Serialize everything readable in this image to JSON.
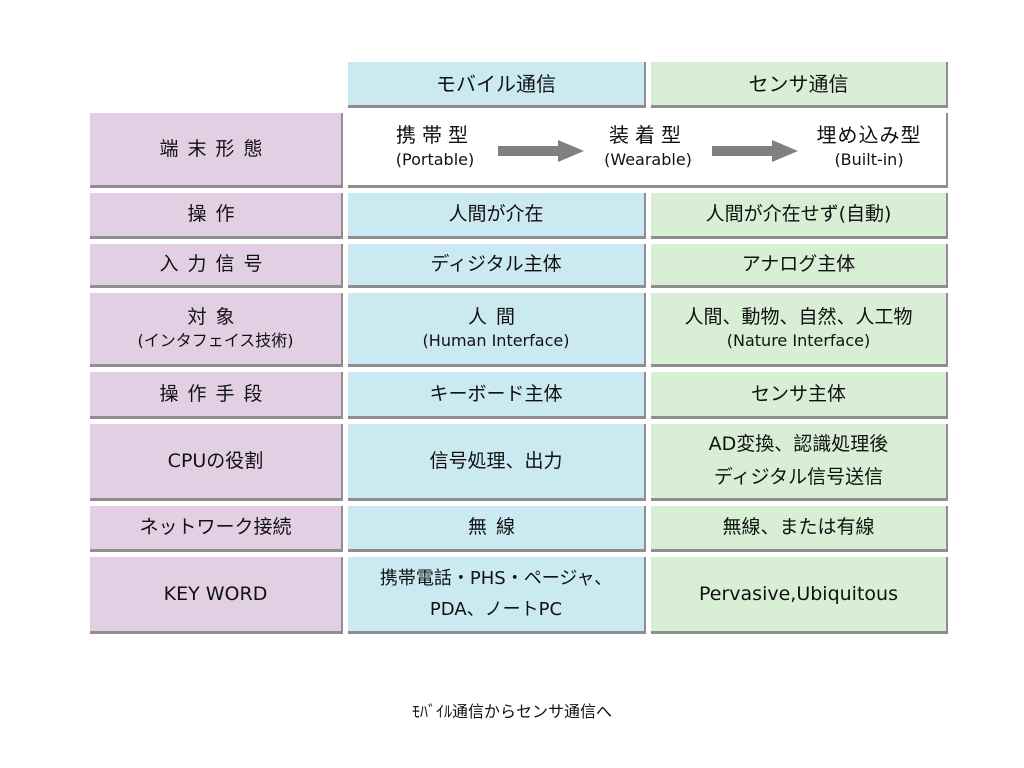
{
  "columns": {
    "mobile": "モバイル通信",
    "sensor": "センサ通信"
  },
  "form_factor": {
    "label": "端末形態",
    "stages": [
      {
        "main": "携帯型",
        "en": "(Portable)"
      },
      {
        "main": "装着型",
        "en": "(Wearable)"
      },
      {
        "main": "埋め込み型",
        "en": "(Built-in)"
      }
    ],
    "arrow_color": "#808080"
  },
  "rows": [
    {
      "label": "操作",
      "mobile": "人間が介在",
      "sensor": "人間が介在せず(自動)"
    },
    {
      "label": "入力信号",
      "mobile": "ディジタル主体",
      "sensor": "アナログ主体"
    },
    {
      "label": "対象",
      "label_sub": "(インタフェイス技術)",
      "mobile": "人間",
      "mobile_sub": "(Human Interface)",
      "sensor": "人間、動物、自然、人工物",
      "sensor_sub": "(Nature Interface)"
    },
    {
      "label": "操作手段",
      "mobile": "キーボード主体",
      "sensor": "センサ主体"
    },
    {
      "label": "CPUの役割",
      "mobile": "信号処理、出力",
      "sensor_line1": "AD変換、認識処理後",
      "sensor_line2": "ディジタル信号送信"
    },
    {
      "label": "ネットワーク接続",
      "mobile": "無線",
      "sensor": "無線、または有線"
    },
    {
      "label": "KEY WORD",
      "mobile_line1": "携帯電話・PHS・ページャ、",
      "mobile_line2": "PDA、ノートPC",
      "sensor": "Pervasive,Ubiquitous"
    }
  ],
  "caption": "ﾓﾊﾞｲﾙ通信からセンサ通信へ",
  "colors": {
    "label_bg": "#e3cfe4",
    "mobile_bg": "#cbe9f1",
    "sensor_bg": "#d8efd6",
    "border": "#8e8e8e"
  }
}
